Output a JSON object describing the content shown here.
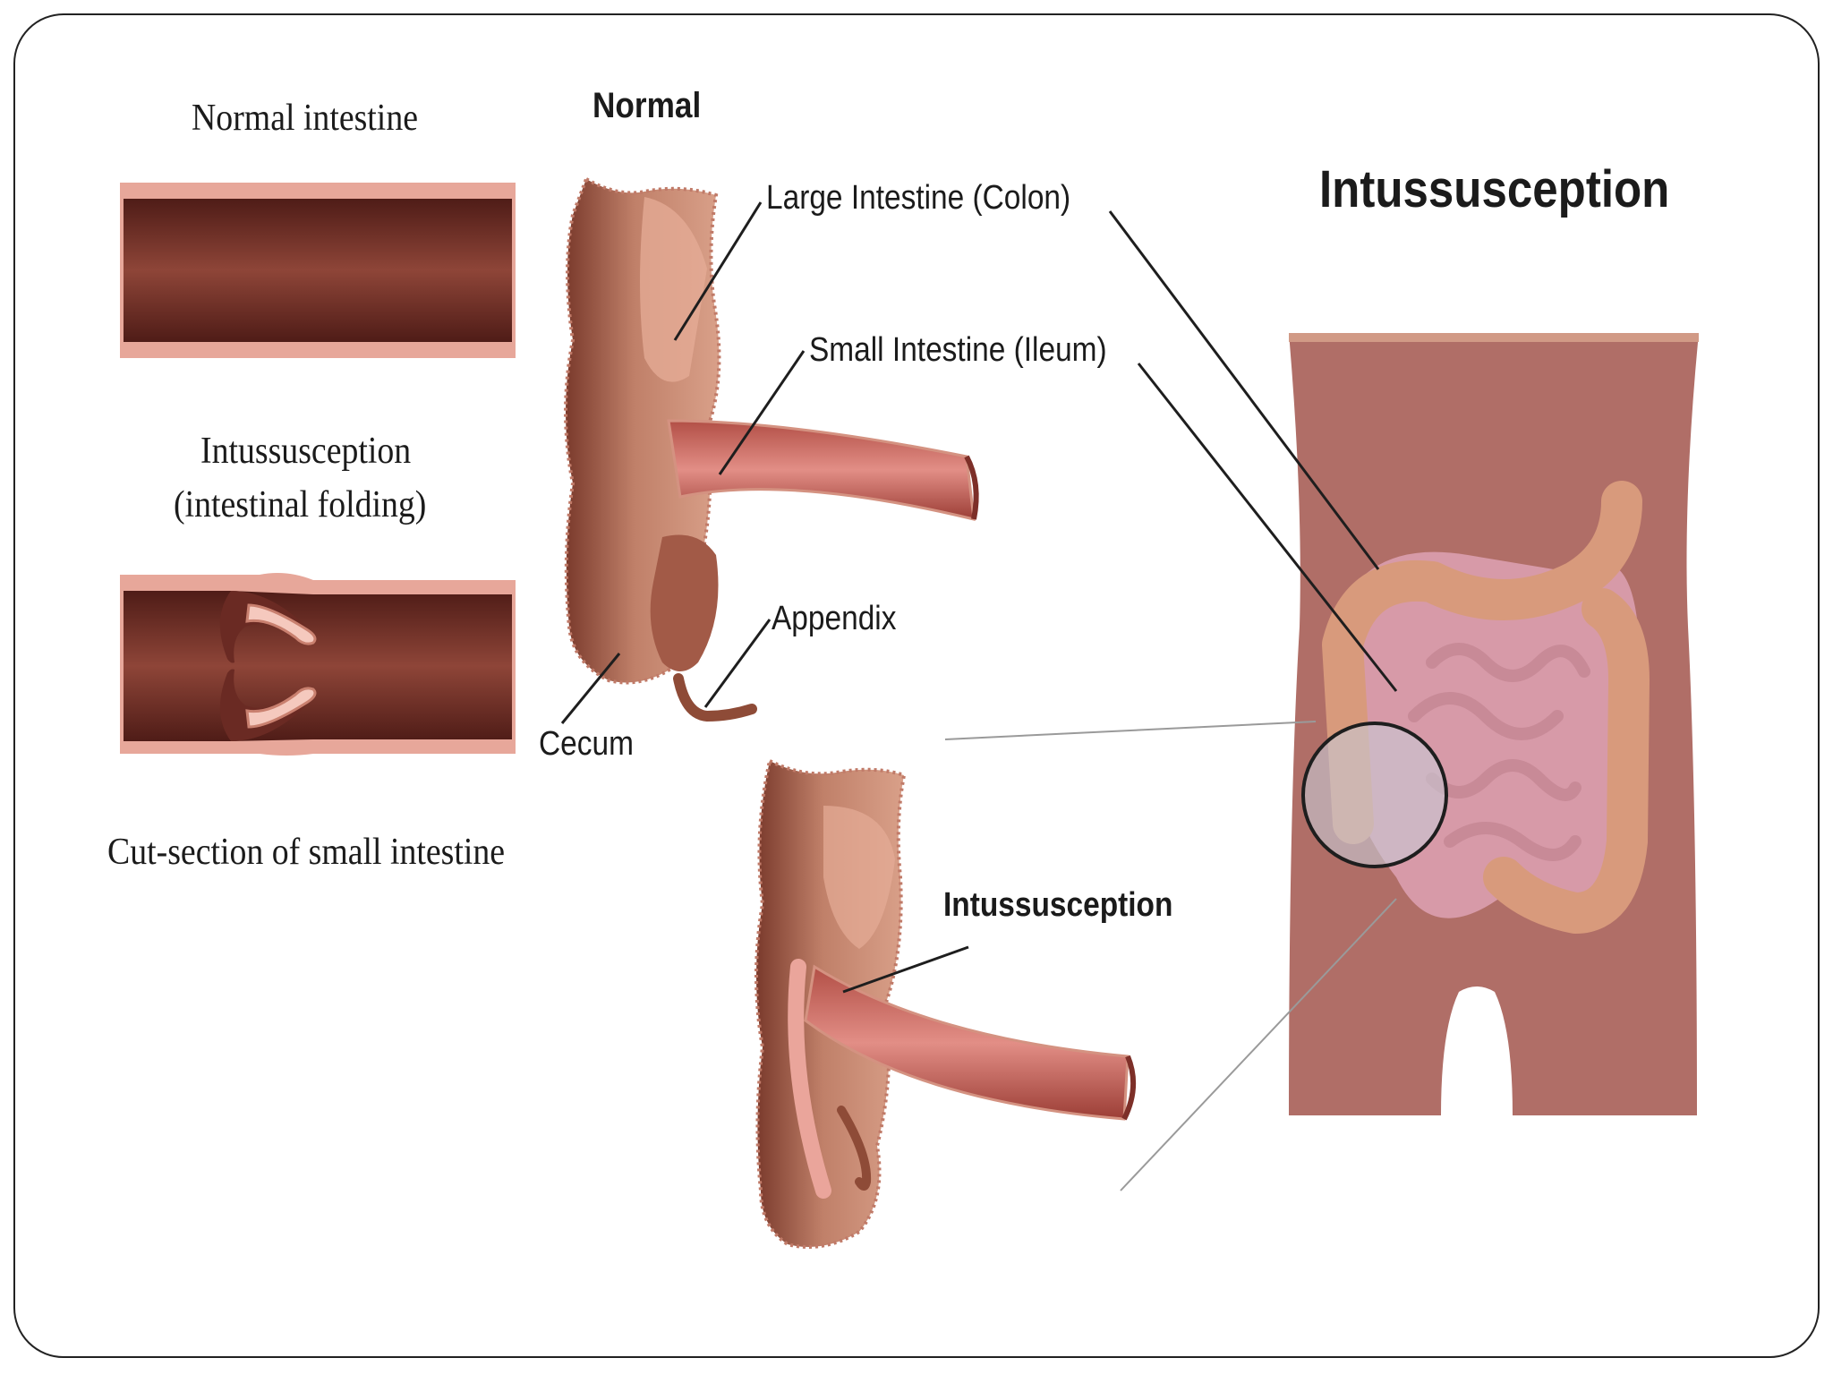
{
  "left_panel": {
    "normal_caption": "Normal intestine",
    "folding_caption_line1": "Intussusception",
    "folding_caption_line2": "(intestinal folding)",
    "cut_section_caption": "Cut-section of small intestine"
  },
  "center_panel": {
    "normal_title": "Normal",
    "large_intestine_label": "Large Intestine (Colon)",
    "small_intestine_label": "Small Intestine (Ileum)",
    "appendix_label": "Appendix",
    "cecum_label": "Cecum",
    "intussusception_label": "Intussusception"
  },
  "right_panel": {
    "title": "Intussusception"
  },
  "colors": {
    "tissue_dark": "#6a2a23",
    "tissue_mid": "#b46658",
    "tissue_pink": "#e7a79a",
    "body_skin": "#b06e67",
    "colon": "#d89a7c",
    "lumen_light": "#f5c9be"
  }
}
